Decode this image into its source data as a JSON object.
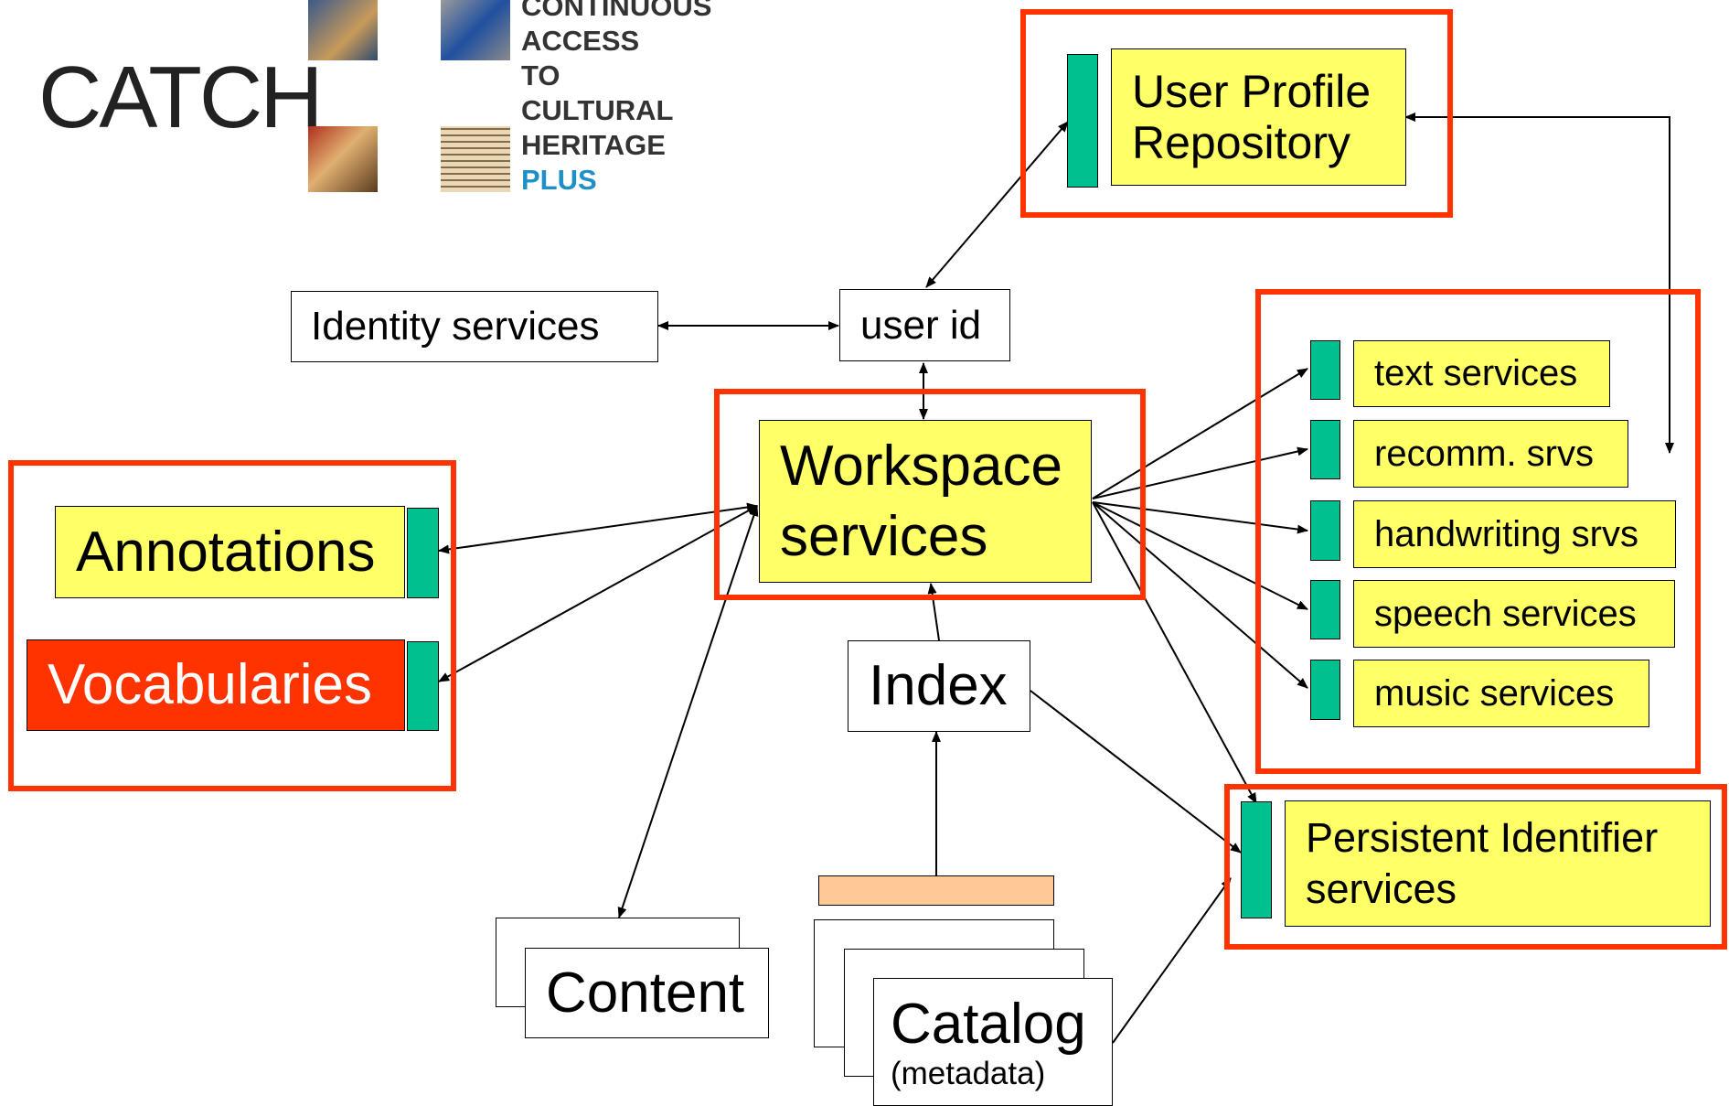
{
  "logo": {
    "wordmark": "CATCH",
    "words": [
      "CONTINUOUS",
      "ACCESS",
      "TO",
      "CULTURAL",
      "HERITAGE",
      "PLUS"
    ],
    "plus_color": "#1e90c8"
  },
  "nodes": {
    "user_profile": "User Profile\nRepository",
    "identity": "Identity services",
    "user_id": "user id",
    "workspace": "Workspace\nservices",
    "annotations": "Annotations",
    "vocabularies": "Vocabularies",
    "index": "Index",
    "content": "Content",
    "catalog": "Catalog",
    "catalog_sub": "(metadata)",
    "text_services": "text services",
    "recomm": "recomm. srvs",
    "handwriting": "handwriting srvs",
    "speech": "speech services",
    "music": "music services",
    "pid": "Persistent Identifier\nservices"
  },
  "colors": {
    "highlight_frame": "#ff3300",
    "service_box": "#ffff66",
    "connector_bar": "#00c090",
    "vocabularies_fill": "#ff3300",
    "catalog_stub": "#ffc896"
  }
}
